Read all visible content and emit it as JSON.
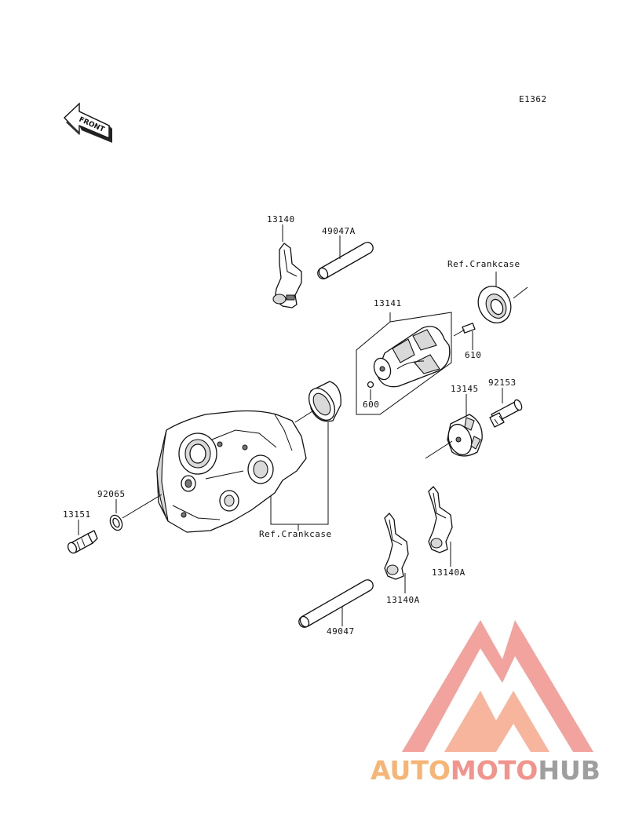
{
  "diagram": {
    "code": "E1362",
    "front_label": "FRONT",
    "labels": {
      "p13140": "13140",
      "p49047A": "49047A",
      "ref_top": "Ref.Crankcase",
      "p13141": "13141",
      "p610": "610",
      "p600": "600",
      "p92153": "92153",
      "p13145": "13145",
      "p92065": "92065",
      "p13151": "13151",
      "ref_bottom": "Ref.Crankcase",
      "p13140A_right": "13140A",
      "p13140A_left": "13140A",
      "p49047": "49047"
    }
  },
  "watermark": {
    "part1": "AUTO",
    "part2": "MOTO",
    "part3": "HUB",
    "color_orange": "#f6b574",
    "color_red": "#f2938c",
    "color_gray": "#9e9e9e"
  }
}
